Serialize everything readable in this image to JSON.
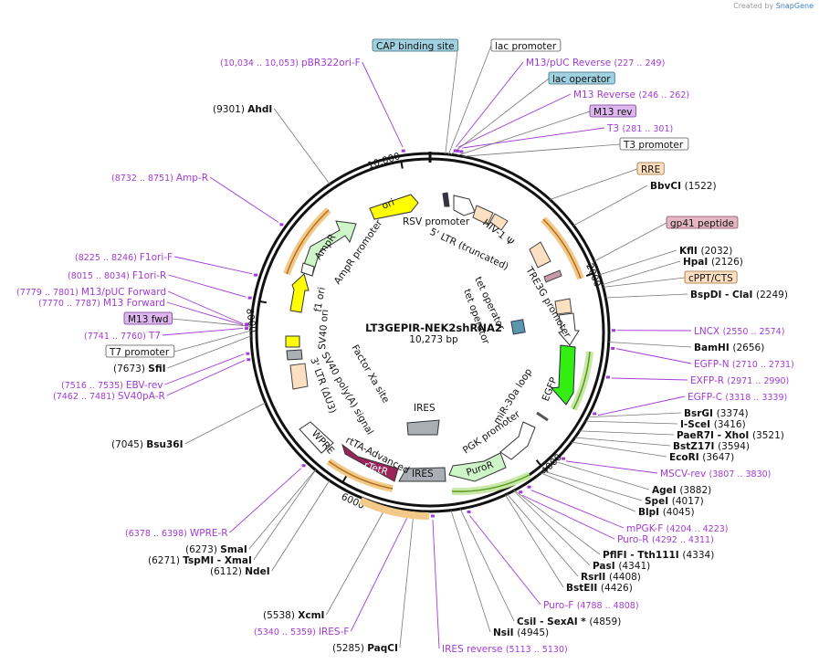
{
  "credit": {
    "prefix": "Created by",
    "brand": "SnapGene"
  },
  "plasmid": {
    "name": "LT3GEPIR-NEK2shRNA2",
    "size_label": "10,273 bp",
    "length": 10273
  },
  "ticks": [
    {
      "label": "10,000",
      "pos": 10000
    },
    {
      "label": "2000",
      "pos": 2000
    },
    {
      "label": "4000",
      "pos": 4000
    },
    {
      "label": "6000",
      "pos": 6000
    },
    {
      "label": "8000",
      "pos": 8000
    }
  ],
  "sites": [
    {
      "name": "AhdI",
      "position": "(9301)",
      "side": "left"
    },
    {
      "name": "BbvCI",
      "position": "(1522)",
      "side": "right"
    },
    {
      "name": "KflI",
      "position": "(2032)",
      "side": "right"
    },
    {
      "name": "HpaI",
      "position": "(2126)",
      "side": "right"
    },
    {
      "name": "BspDI - ClaI",
      "position": "(2249)",
      "side": "right"
    },
    {
      "name": "BamHI",
      "position": "(2656)",
      "side": "right"
    },
    {
      "name": "BsrGI",
      "position": "(3374)",
      "side": "right"
    },
    {
      "name": "I-SceI",
      "position": "(3416)",
      "side": "right"
    },
    {
      "name": "PaeR7I - XhoI",
      "position": "(3521)",
      "side": "right"
    },
    {
      "name": "BstZ17I",
      "position": "(3594)",
      "side": "right"
    },
    {
      "name": "EcoRI",
      "position": "(3647)",
      "side": "right"
    },
    {
      "name": "AgeI",
      "position": "(3882)",
      "side": "right"
    },
    {
      "name": "SpeI",
      "position": "(4017)",
      "side": "right"
    },
    {
      "name": "BlpI",
      "position": "(4045)",
      "side": "right"
    },
    {
      "name": "PflFI - Tth111I",
      "position": "(4334)",
      "side": "right"
    },
    {
      "name": "PasI",
      "position": "(4341)",
      "side": "right"
    },
    {
      "name": "RsrII",
      "position": "(4408)",
      "side": "right"
    },
    {
      "name": "BstEII",
      "position": "(4426)",
      "side": "right"
    },
    {
      "name": "CsiI - SexAI *",
      "position": "(4859)",
      "side": "right"
    },
    {
      "name": "NsiI",
      "position": "(4945)",
      "side": "right"
    },
    {
      "name": "PaqCI",
      "position": "(5285)",
      "side": "left"
    },
    {
      "name": "XcmI",
      "position": "(5538)",
      "side": "left"
    },
    {
      "name": "NdeI",
      "position": "(6112)",
      "side": "left"
    },
    {
      "name": "TspMI - XmaI",
      "position": "(6271)",
      "side": "left"
    },
    {
      "name": "SmaI",
      "position": "(6273)",
      "side": "left"
    },
    {
      "name": "Bsu36I",
      "position": "(7045)",
      "side": "left"
    },
    {
      "name": "SfiI",
      "position": "(7673)",
      "side": "left"
    }
  ],
  "primers": [
    {
      "name": "pBR322ori-F",
      "range": "(10,034 .. 10,053)"
    },
    {
      "name": "M13/pUC Reverse",
      "range": "(227 .. 249)"
    },
    {
      "name": "M13 Reverse",
      "range": "(246 .. 262)"
    },
    {
      "name": "T3",
      "range": "(281 .. 301)"
    },
    {
      "name": "Amp-R",
      "range": "(8732 .. 8751)"
    },
    {
      "name": "F1ori-F",
      "range": "(8225 .. 8246)"
    },
    {
      "name": "F1ori-R",
      "range": "(8015 .. 8034)"
    },
    {
      "name": "M13/pUC Forward",
      "range": "(7779 .. 7801)"
    },
    {
      "name": "M13 Forward",
      "range": "(7770 .. 7787)"
    },
    {
      "name": "T7",
      "range": "(7741 .. 7760)"
    },
    {
      "name": "EBV-rev",
      "range": "(7516 .. 7535)"
    },
    {
      "name": "SV40pA-R",
      "range": "(7462 .. 7481)"
    },
    {
      "name": "LNCX",
      "range": "(2550 .. 2574)"
    },
    {
      "name": "EGFP-N",
      "range": "(2710 .. 2731)"
    },
    {
      "name": "EXFP-R",
      "range": "(2971 .. 2990)"
    },
    {
      "name": "EGFP-C",
      "range": "(3318 .. 3339)"
    },
    {
      "name": "MSCV-rev",
      "range": "(3807 .. 3830)"
    },
    {
      "name": "mPGK-F",
      "range": "(4204 .. 4223)"
    },
    {
      "name": "Puro-R",
      "range": "(4292 .. 4311)"
    },
    {
      "name": "Puro-F",
      "range": "(4788 .. 4808)"
    },
    {
      "name": "IRES reverse",
      "range": "(5113 .. 5130)"
    },
    {
      "name": "IRES-F",
      "range": "(5340 .. 5359)"
    },
    {
      "name": "WPRE-R",
      "range": "(6378 .. 6398)"
    }
  ],
  "boxed_features": [
    {
      "name": "CAP binding site",
      "fill": "#9fd1e0",
      "stroke": "#3a6a78"
    },
    {
      "name": "lac promoter",
      "fill": "#ffffff",
      "stroke": "#555555"
    },
    {
      "name": "lac operator",
      "fill": "#9fd1e0",
      "stroke": "#3a6a78"
    },
    {
      "name": "M13 rev",
      "fill": "#dcb6ec",
      "stroke": "#7a3a96"
    },
    {
      "name": "T3 promoter",
      "fill": "#ffffff",
      "stroke": "#555555"
    },
    {
      "name": "RRE",
      "fill": "#fde0c2",
      "stroke": "#a06a30"
    },
    {
      "name": "gp41 peptide",
      "fill": "#e3b6c4",
      "stroke": "#8a4a5c"
    },
    {
      "name": "cPPT/CTS",
      "fill": "#fde0c2",
      "stroke": "#a06a30"
    },
    {
      "name": "M13 fwd",
      "fill": "#dcb6ec",
      "stroke": "#7a3a96"
    },
    {
      "name": "T7 promoter",
      "fill": "#ffffff",
      "stroke": "#555555"
    }
  ],
  "inner_labels": {
    "rsv": "RSV promoter",
    "ltr5": "5' LTR (truncated)",
    "hiv": "HIV-1 Ψ",
    "tre": "TRE3G promoter",
    "tetop1": "tet operator",
    "tetop2": "tet operator",
    "egfp": "EGFP",
    "mir": "miR-30a loop",
    "pgk": "PGK promoter",
    "puror": "PuroR",
    "ires_inner": "IRES",
    "ires_arc": "IRES",
    "rtetr": "rTetR",
    "rtta": "rtTA-Advanced",
    "factorxa": "Factor Xa site",
    "sv40pa": "SV40 poly(A) signal",
    "ltr3": "3' LTR (ΔU3)",
    "wpre": "WPRE",
    "sv40ori": "SV40 ori",
    "f1ori": "f1 ori",
    "ampr": "AmpR",
    "ampr_prom": "AmpR promoter",
    "ori": "ori"
  },
  "colors": {
    "backbone": "#111111",
    "primer": "#a23bd6",
    "egfp": "#33ee11",
    "ori": "#ffff00",
    "ampr": "#cdf5c8",
    "rtetr": "#9b2458",
    "orange_arc": "#e8a030",
    "green_arc": "#5a9a20",
    "gray_feature": "#a9afb4"
  }
}
